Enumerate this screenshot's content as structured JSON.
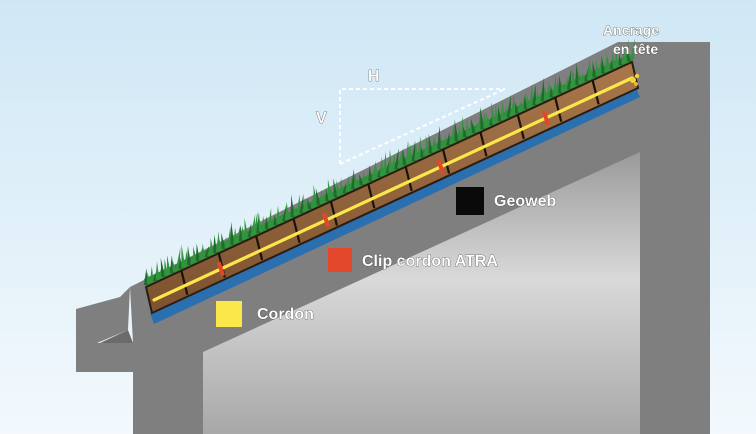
{
  "labels": {
    "anchor_line1": "Ancrage",
    "anchor_line2": "en tête",
    "horizontal": "H",
    "vertical": "V"
  },
  "legend": [
    {
      "label": "Geoweb",
      "color": "#0a0a0a"
    },
    {
      "label": "Clip cordon ATRA",
      "color": "#e2472b"
    },
    {
      "label": "Cordon",
      "color": "#fbe74a"
    }
  ],
  "colors": {
    "sky_top": "#cfe7f5",
    "sky_bottom": "#f3f9fd",
    "concrete": "#807f80",
    "grass": "#2f8a3a",
    "soil": "#9b6a3f",
    "membrane": "#2a6fb0"
  }
}
